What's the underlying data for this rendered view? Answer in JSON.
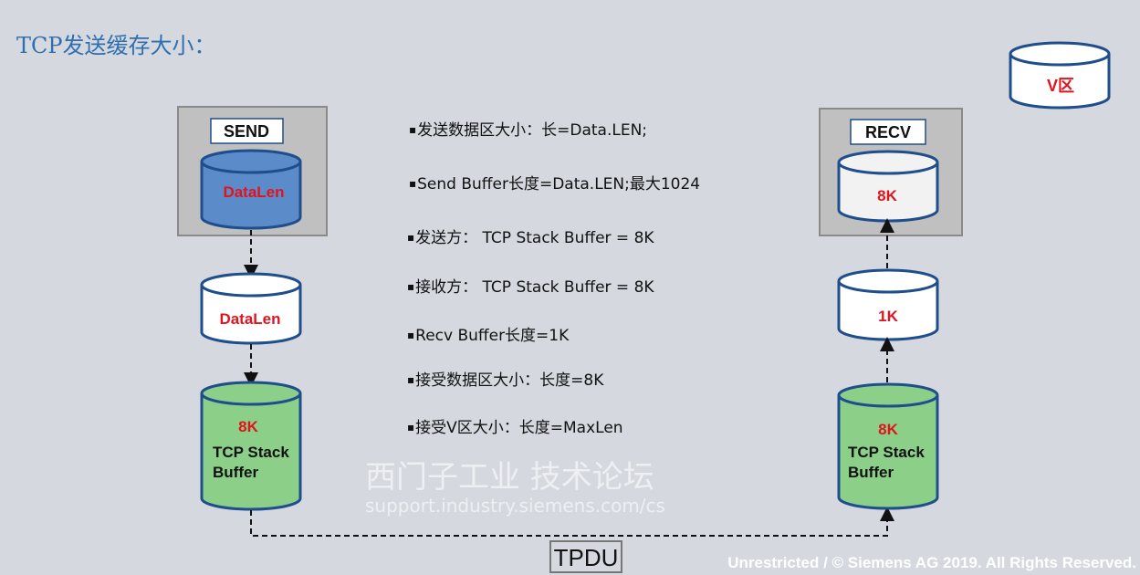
{
  "title": "TCP发送缓存大小：",
  "bullets": [
    "发送数据区大小：长=Data.LEN;",
    "Send Buffer长度=Data.LEN;最大1024",
    "发送方： TCP Stack Buffer = 8K",
    "接收方： TCP Stack Buffer = 8K",
    "Recv Buffer长度=1K",
    "接受数据区大小：长度=8K",
    "接受V区大小：长度=MaxLen"
  ],
  "send": {
    "label": "SEND",
    "cyl": "DataLen",
    "mid": "DataLen",
    "stack_size": "8K",
    "stack_l1": "TCP Stack",
    "stack_l2": "Buffer"
  },
  "recv": {
    "label": "RECV",
    "cyl": "8K",
    "mid": "1K",
    "stack_size": "8K",
    "stack_l1": "TCP Stack",
    "stack_l2": "Buffer"
  },
  "vzone": "V区",
  "tpdu": "TPDU",
  "watermark": {
    "cn": "西门子工业 技术论坛",
    "url": "support.industry.siemens.com/cs"
  },
  "footer": "Unrestricted / © Siemens AG 2019. All Rights Reserved.",
  "colors": {
    "blue_cyl": "#5b8bc8",
    "green_cyl": "#8ccf88",
    "outline": "#1f4e8c",
    "red_text": "#e0141e"
  }
}
